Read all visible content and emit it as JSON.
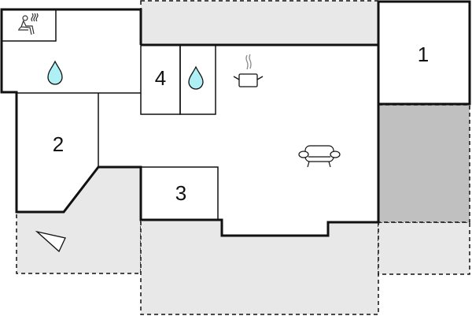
{
  "floorplan": {
    "rooms": [
      {
        "id": "1",
        "label": "1"
      },
      {
        "id": "2",
        "label": "2"
      },
      {
        "id": "3",
        "label": "3"
      },
      {
        "id": "4",
        "label": "4"
      }
    ],
    "icons": [
      {
        "name": "sauna-icon",
        "room": "bathroom-top-left"
      },
      {
        "name": "water-drop-icon",
        "room": "bathroom-top-left"
      },
      {
        "name": "water-drop-icon",
        "room": "bathroom-center"
      },
      {
        "name": "cooking-pot-icon",
        "room": "kitchen"
      },
      {
        "name": "sofa-icon",
        "room": "living-room"
      },
      {
        "name": "compass-triangle-icon",
        "room": "terrace"
      }
    ],
    "colors": {
      "wall": "#111111",
      "terrace_fill": "#e8e8e8",
      "carport_fill": "#c0c0c0",
      "water": "#aef0f4"
    }
  }
}
